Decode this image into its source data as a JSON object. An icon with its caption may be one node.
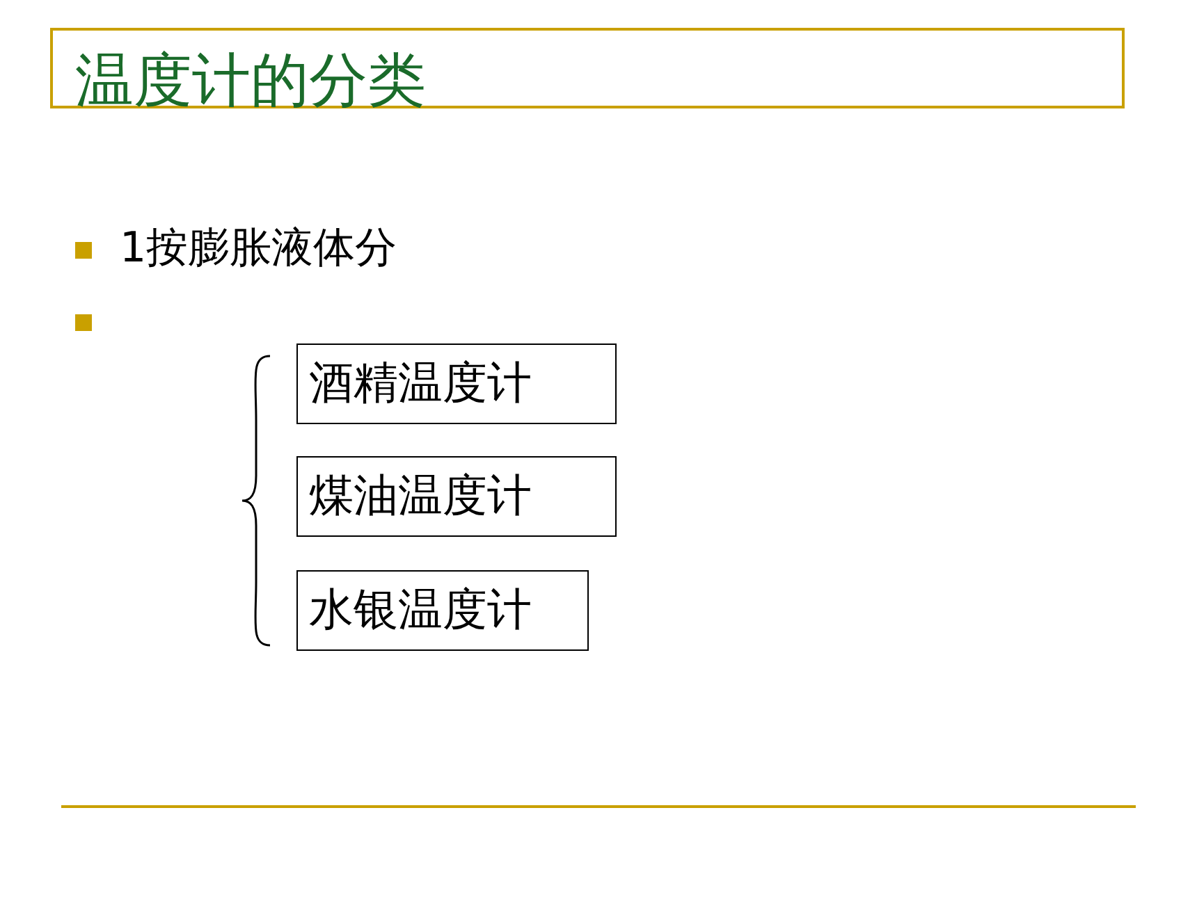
{
  "diagram": {
    "title": "温度计的分类",
    "nodes": [
      {
        "text": [
          "酒精温度计"
        ]
      },
      {
        "text": [
          "煤油温度计"
        ]
      },
      {
        "text": [
          "水银温度计"
        ]
      }
    ],
    "labels": [
      "1按膨胀液体分"
    ]
  }
}
